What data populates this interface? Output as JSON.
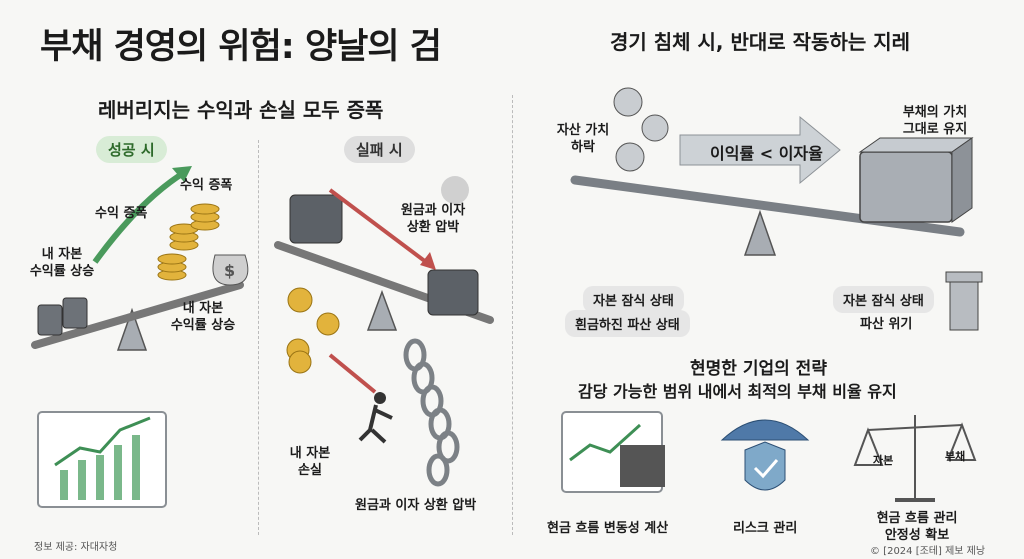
{
  "title": "부채 경영의 위험: 양날의 검",
  "left": {
    "subtitle": "레버리지는 수익과 손실 모두 증폭",
    "success": {
      "badge": "성공 시",
      "label_amplify_top": "수익 증폭",
      "label_amplify_mid": "수익 증폭",
      "label_equity_left_1": "내 자본",
      "label_equity_left_2": "수익률 상승",
      "label_equity_bottom_1": "내 자본",
      "label_equity_bottom_2": "수익률 상승"
    },
    "failure": {
      "badge": "실패 시",
      "label_pressure_top_1": "원금과 이자",
      "label_pressure_top_2": "상환 압박",
      "label_loss_1": "내 자본",
      "label_loss_2": "손실",
      "label_pressure_bottom": "원금과 이자 상환 압박"
    },
    "source": "정보 제공: 자대자청"
  },
  "right": {
    "subtitle": "경기 침체 시, 반대로 작동하는 지레",
    "asset_drop_1": "자산 가치",
    "asset_drop_2": "하락",
    "arrow_text": "이익률 < 이자율",
    "debt_1": "부채의 가치",
    "debt_2": "그대로 유지",
    "tag_left_1": "자본 잠식 상태",
    "tag_left_2": "흰금하진 파산 상태",
    "tag_right_1": "자본 잠식 상태",
    "tag_right_2": "파산 위기",
    "strategy_title": "현명한 기업의 전략",
    "strategy_sub": "감당 가능한 범위 내에서 최적의 부채 비율 유지",
    "strategy_items": [
      {
        "label": "현금 흐름 변동성 계산"
      },
      {
        "label": "리스크 관리"
      },
      {
        "label": "현금 흐름 관리"
      }
    ],
    "strategy_last_2": "안정성 확보",
    "scale_left": "자본",
    "scale_right": "부채",
    "copyright": "© [2024 [조테] 제보 제낭"
  },
  "colors": {
    "accent_green": "#2d6a2a",
    "arrow_red": "#c0504d",
    "gold": "#e2b33c"
  }
}
